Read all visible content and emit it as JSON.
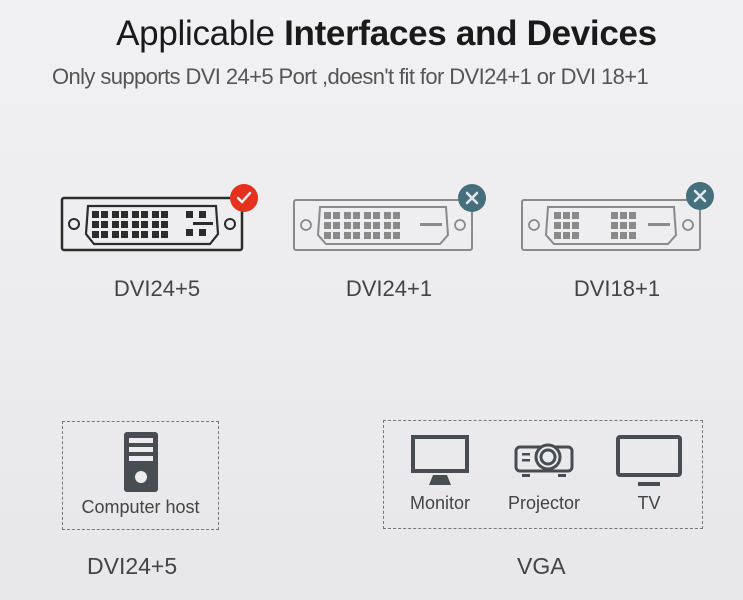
{
  "header": {
    "title_light": "Applicable",
    "title_bold": "Interfaces and Devices",
    "subtitle": "Only supports DVI 24+5 Port ,doesn't fit for DVI24+1 or DVI 18+1"
  },
  "connectors": [
    {
      "label": "DVI24+5",
      "status": "supported",
      "badge_icon": "check-icon",
      "badge_color": "#e4321e"
    },
    {
      "label": "DVI24+1",
      "status": "not-supported",
      "badge_icon": "x-icon",
      "badge_color": "#466f7e"
    },
    {
      "label": "DVI18+1",
      "status": "not-supported",
      "badge_icon": "x-icon",
      "badge_color": "#466f7e"
    }
  ],
  "source": {
    "devices": [
      {
        "label": "Computer host",
        "icon": "computer-tower-icon"
      }
    ],
    "interface_label": "DVI24+5"
  },
  "targets": {
    "devices": [
      {
        "label": "Monitor",
        "icon": "monitor-icon"
      },
      {
        "label": "Projector",
        "icon": "projector-icon"
      },
      {
        "label": "TV",
        "icon": "tv-icon"
      }
    ],
    "interface_label": "VGA"
  },
  "colors": {
    "icon_dark": "#474d50",
    "supported_outline": "#2c2c2c",
    "unsupported_outline": "#8a8a8a"
  }
}
